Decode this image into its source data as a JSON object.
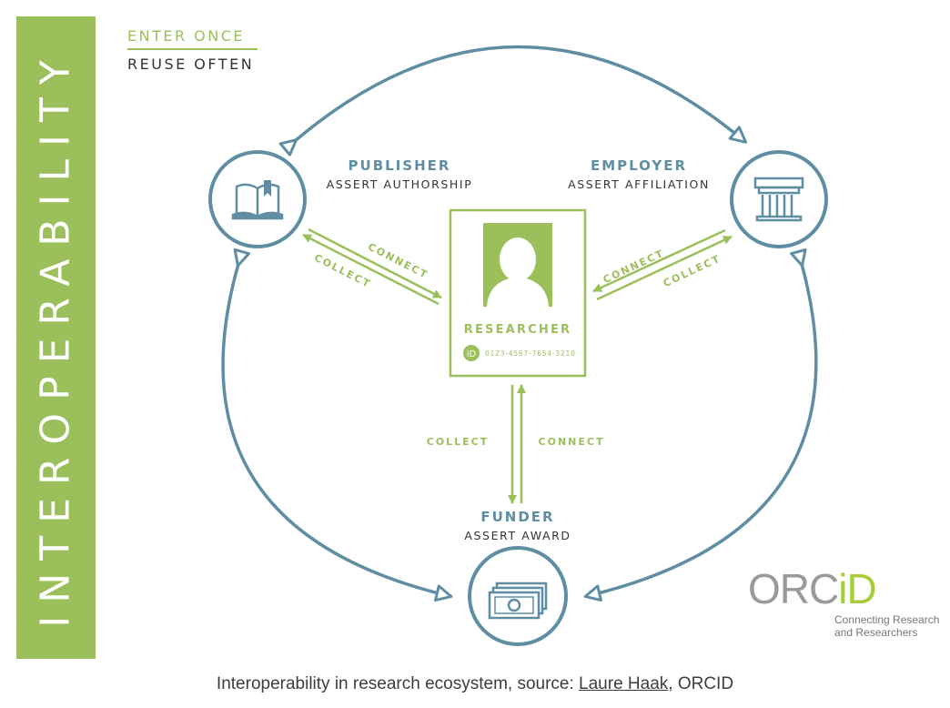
{
  "colors": {
    "green": "#9bbf5a",
    "blue": "#5f8ea3",
    "dark_text": "#333333",
    "orcid_gray": "#9a9a9a",
    "orcid_green": "#a6ce39"
  },
  "side_banner": {
    "text": "INTEROPERABILITY"
  },
  "tagline": {
    "line1": "ENTER ONCE",
    "line2": "REUSE OFTEN"
  },
  "nodes": {
    "publisher": {
      "title": "PUBLISHER",
      "subtitle": "ASSERT AUTHORSHIP",
      "icon": "book-icon"
    },
    "employer": {
      "title": "EMPLOYER",
      "subtitle": "ASSERT AFFILIATION",
      "icon": "building-icon"
    },
    "funder": {
      "title": "FUNDER",
      "subtitle": "ASSERT AWARD",
      "icon": "money-icon"
    },
    "researcher": {
      "title": "RESEARCHER",
      "id_badge": "iD",
      "orcid_id": "0123-4567-7654-3210",
      "icon": "person-icon"
    }
  },
  "edges": {
    "publisher": {
      "connect": "CONNECT",
      "collect": "COLLECT"
    },
    "employer": {
      "connect": "CONNECT",
      "collect": "COLLECT"
    },
    "funder": {
      "connect": "CONNECT",
      "collect": "COLLECT"
    }
  },
  "logo": {
    "wordmark_left": "ORC",
    "wordmark_right": "iD",
    "tagline_line1": "Connecting Research",
    "tagline_line2": "and Researchers"
  },
  "caption": {
    "prefix": "Interoperability in research ecosystem, source: ",
    "link_text": "Laure Haak",
    "suffix": ", ORCID"
  }
}
